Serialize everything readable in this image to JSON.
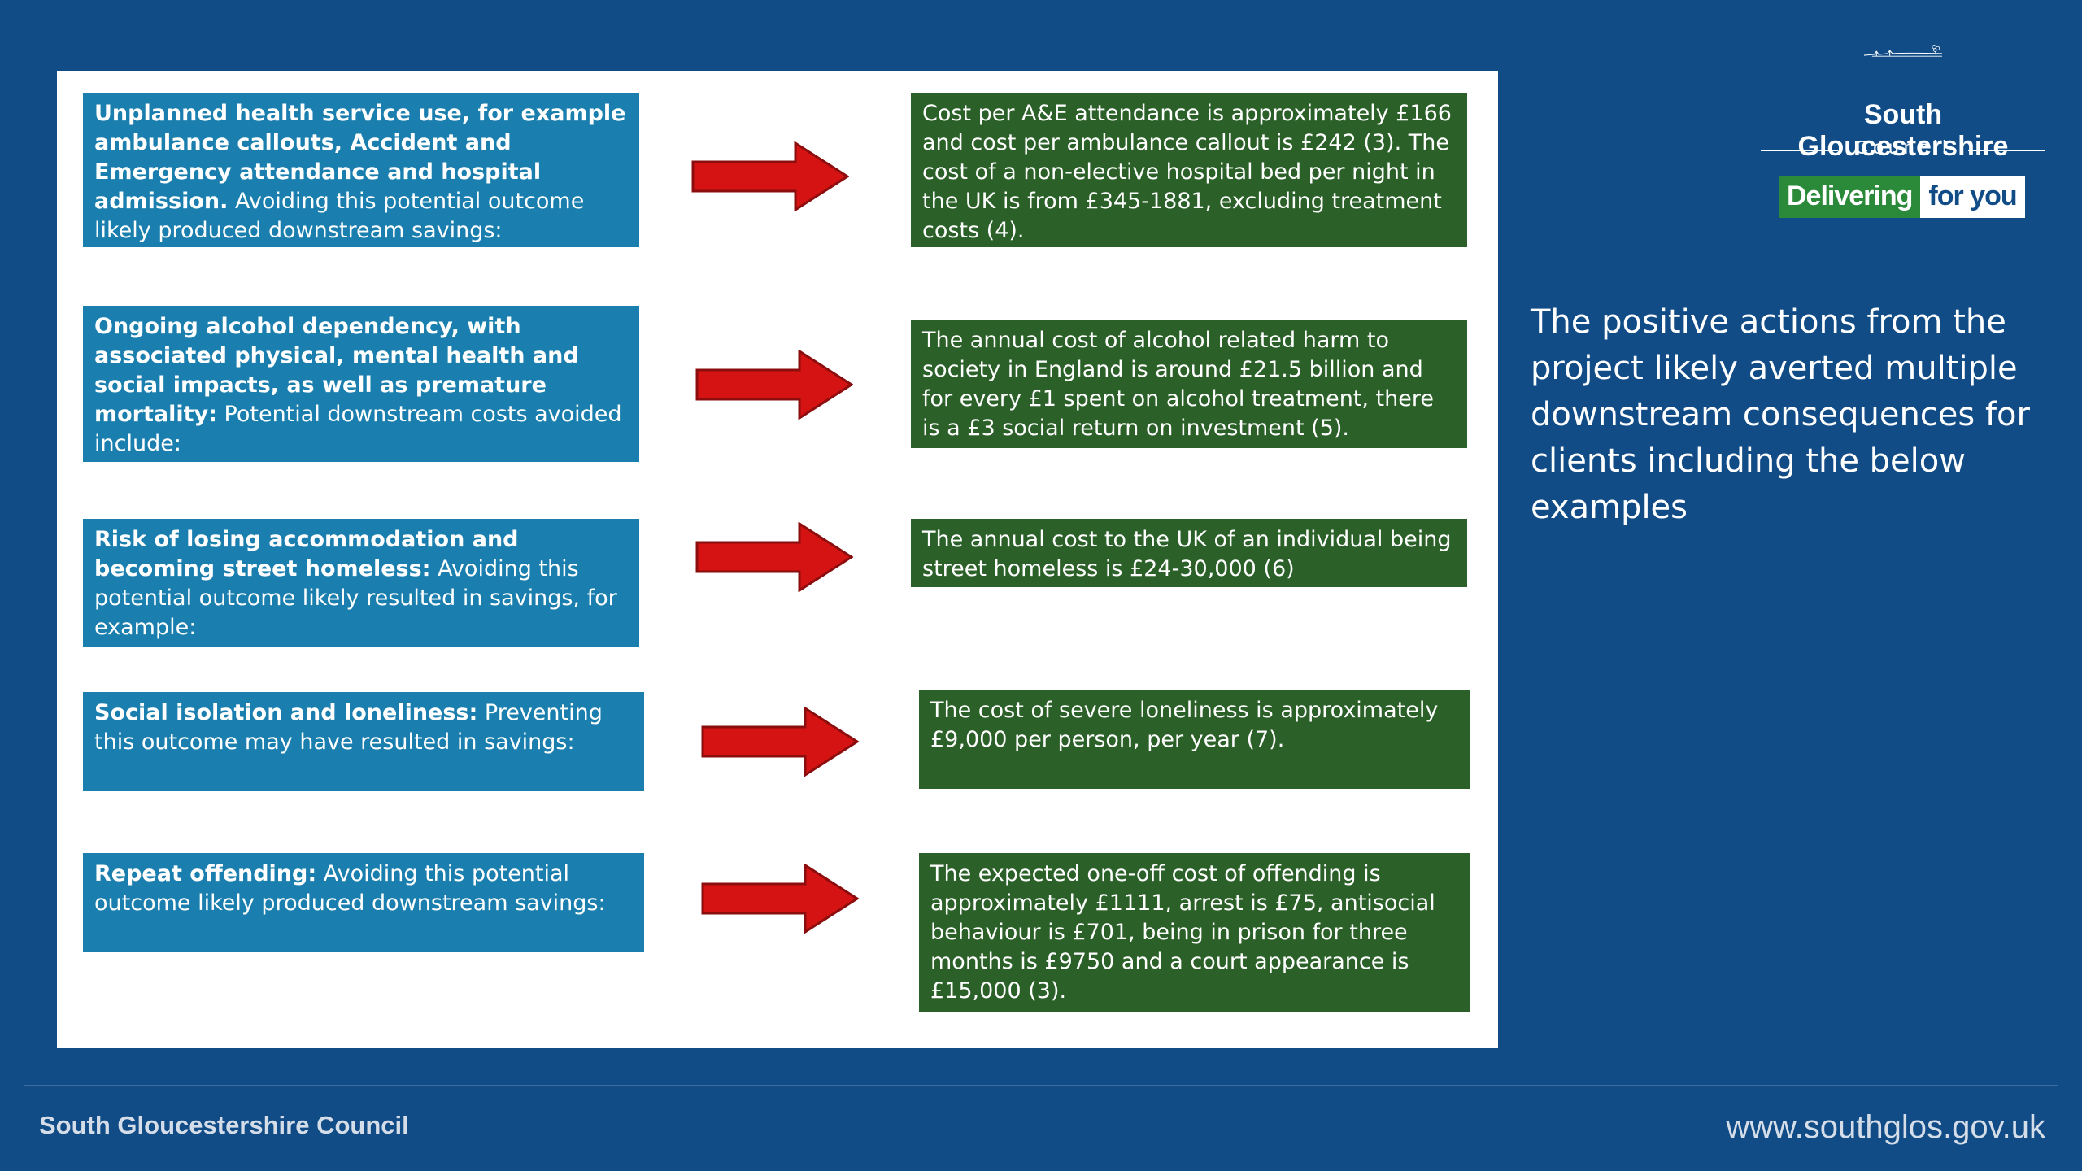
{
  "org": {
    "name": "South Gloucestershire",
    "council_word": "Council",
    "tagline_a": "Delivering",
    "tagline_b": "for you"
  },
  "intro_text": "The positive actions from the project likely averted multiple downstream consequences for clients including the below examples",
  "rows": [
    {
      "outcome_bold": "Unplanned health service use, for example ambulance callouts, Accident and Emergency attendance and hospital admission.",
      "outcome_rest": " Avoiding this potential outcome likely produced downstream savings:",
      "cost": "Cost per A&E attendance is approximately £166 and cost per ambulance callout is £242 (3). The cost of a non-elective hospital bed per night in the UK is from £345-1881, excluding treatment costs (4)."
    },
    {
      "outcome_bold": "Ongoing alcohol dependency, with associated physical, mental health and social impacts, as well as premature mortality:",
      "outcome_rest": " Potential downstream costs avoided include:",
      "cost": "The annual cost of alcohol related harm to society in England is around £21.5 billion and for every £1 spent on alcohol treatment, there is a £3 social return on investment (5)."
    },
    {
      "outcome_bold": "Risk of losing accommodation and becoming street homeless:",
      "outcome_rest": " Avoiding this potential outcome likely resulted in savings, for example:",
      "cost": "The annual cost to the UK of an individual being street homeless is £24-30,000 (6)"
    },
    {
      "outcome_bold": "Social isolation and loneliness:",
      "outcome_rest": " Preventing this outcome may have resulted in savings:",
      "cost": "The cost of severe loneliness is approximately £9,000 per person, per year (7)."
    },
    {
      "outcome_bold": "Repeat offending:",
      "outcome_rest": " Avoiding this potential outcome likely produced downstream savings:",
      "cost": "The expected one-off cost of offending is approximately £1111, arrest is £75, antisocial behaviour is £701, being in prison for three months is £9750 and a court appearance is £15,000 (3)."
    }
  ],
  "footer": {
    "left": "South Gloucestershire Council",
    "right": "www.southglos.gov.uk"
  },
  "colors": {
    "background": "#114c87",
    "outcome_box": "#1a7fae",
    "cost_box": "#2b6128",
    "arrow": "#d51313"
  }
}
